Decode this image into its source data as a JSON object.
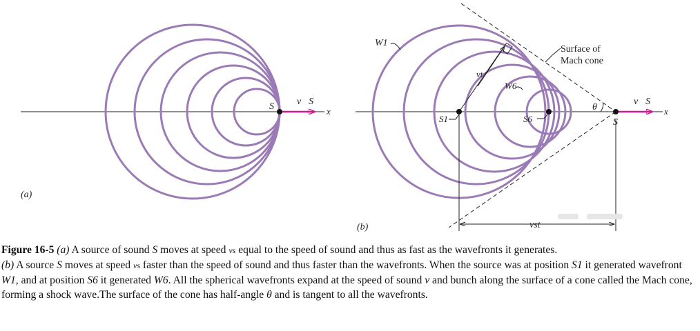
{
  "figure": {
    "panel_a": {
      "label": "(a)",
      "source_label": "S",
      "velocity_label": "v⃗S",
      "axis_label": "x"
    },
    "panel_b": {
      "label": "(b)",
      "w1_label": "W1",
      "w6_label": "W6",
      "vt_label": "vt",
      "s1_label": "S1",
      "s6_label": "S6",
      "source_label": "S",
      "theta_label": "θ",
      "velocity_label": "v⃗S",
      "axis_label": "x",
      "vst_label": "vst",
      "surface_label_line1": "Surface of",
      "surface_label_line2": "Mach cone"
    },
    "colors": {
      "wavefront": "#9b7bb5",
      "velocity_arrow": "#d0198a",
      "lines": "#222222"
    }
  },
  "caption": {
    "figure_number": "Figure 16-5",
    "part_a": "(a)",
    "text_a1": " A source of sound ",
    "s": "S",
    "text_a2": " moves at speed ",
    "vs": "vs",
    "text_a3": "  equal to the speed of sound and thus as fast as the wavefronts it generates.",
    "part_b": "(b)",
    "text_b1": " A source ",
    "text_b2": " moves at speed ",
    "text_b3": "  faster than the speed of sound and thus faster than the wavefronts. When the source was at position ",
    "s1": "S1",
    "text_b4": " it generated wavefront ",
    "w1": "W1",
    "text_b5": ", and at position ",
    "s6": "S6",
    "text_b6": " it generated ",
    "w6": "W6",
    "text_b7": ". All the spherical wavefronts expand at the speed of sound ",
    "v": "v",
    "text_b8": " and bunch along the surface of a cone called the Mach cone, forming a shock wave.The surface of the cone has half-angle ",
    "theta": "θ",
    "text_b9": "  and is tangent to all the wavefronts."
  }
}
